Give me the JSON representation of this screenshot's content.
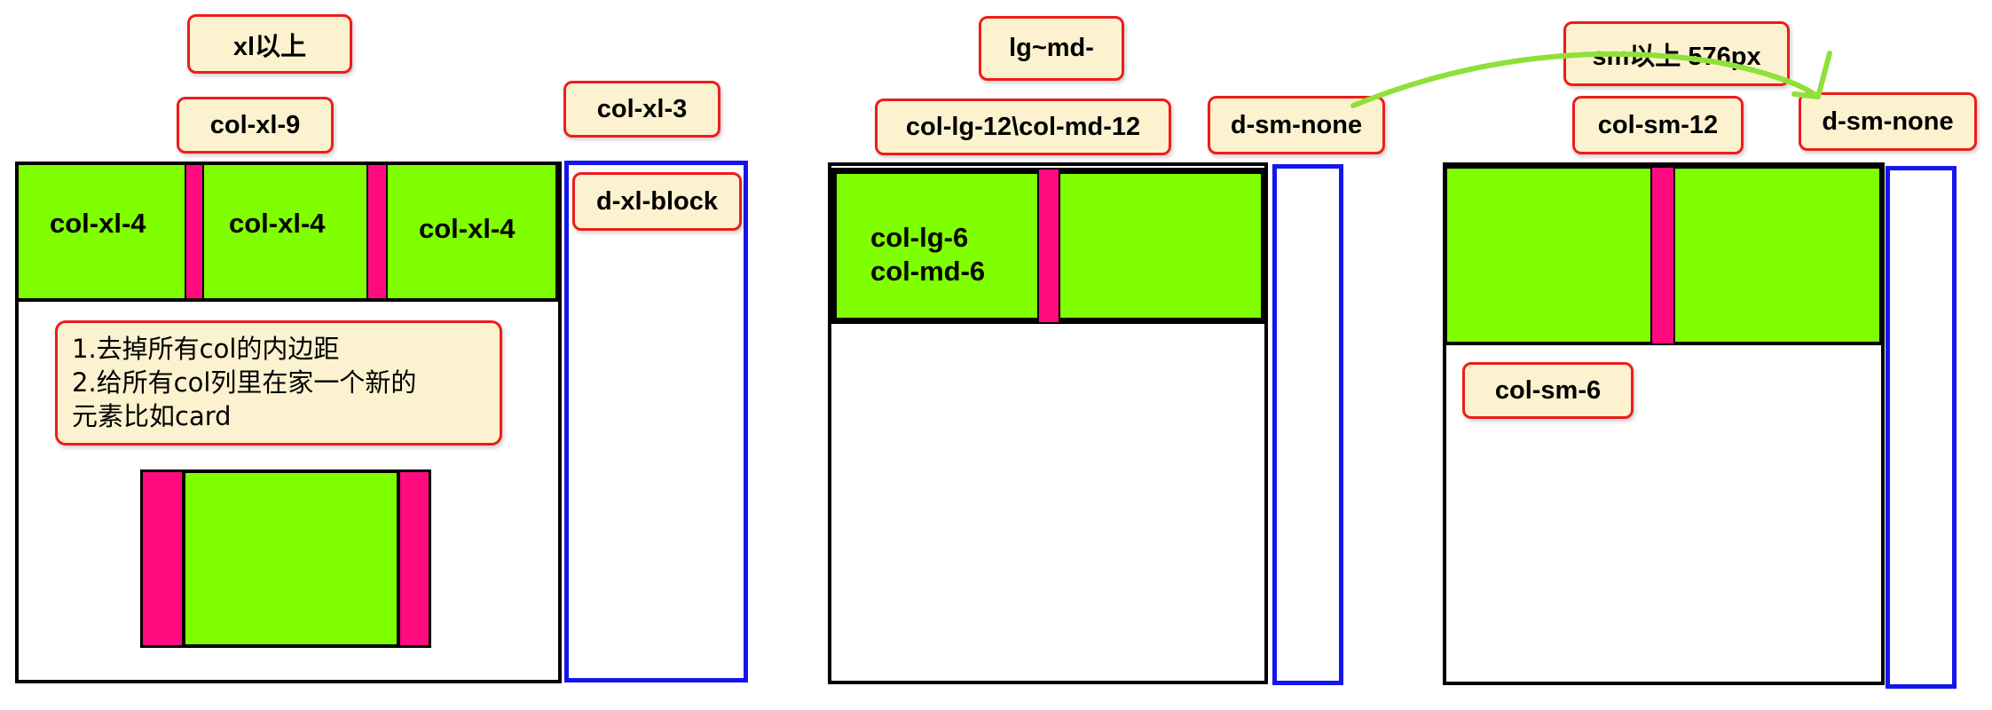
{
  "section1": {
    "header_label": "xl以上",
    "col_main_label": "col-xl-9",
    "col_side_label": "col-xl-3",
    "display_label": "d-xl-block",
    "cells": [
      "col-xl-4",
      "col-xl-4",
      "col-xl-4"
    ],
    "notes": [
      "1.去掉所有col的内边距",
      "2.给所有col列里在家一个新的",
      "元素比如card"
    ]
  },
  "section2": {
    "header_label": "lg~md-",
    "col_label": "col-lg-12\\col-md-12",
    "display_label": "d-sm-none",
    "cell_lines": [
      "col-lg-6",
      "col-md-6"
    ]
  },
  "section3": {
    "header_label": "sm以上 576px",
    "col_label": "col-sm-12",
    "display_label": "d-sm-none",
    "cell_label": "col-sm-6"
  },
  "colors": {
    "column_fill": "#80ff00",
    "gutter_fill": "#ff0a7f",
    "label_fill": "#fdf2cf",
    "label_border": "#ee1c1c",
    "hidden_column_border": "#1515ee",
    "arrow": "#8fe03a"
  }
}
